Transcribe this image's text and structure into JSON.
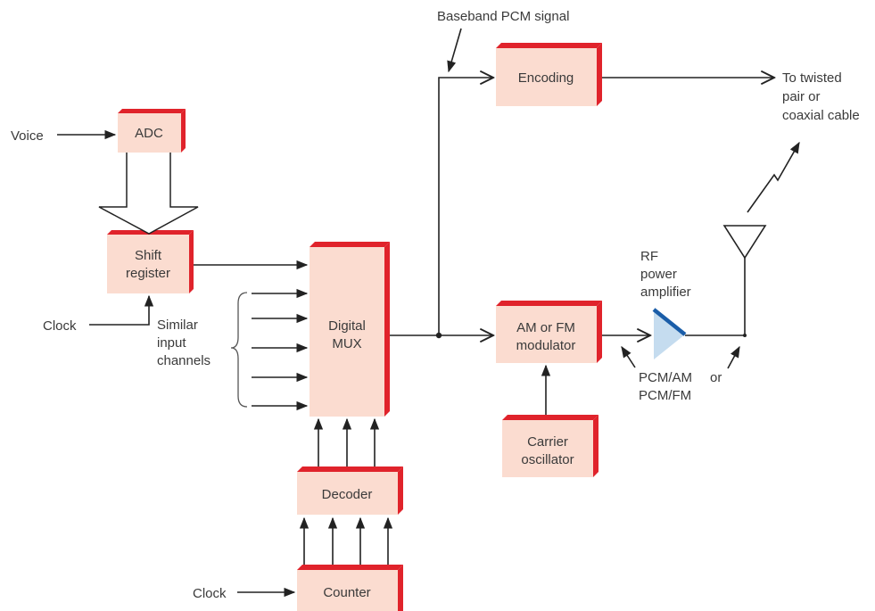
{
  "colors": {
    "block_face": "#fbdcd0",
    "block_edge": "#e0232b",
    "wire": "#222222",
    "amp_fill": "#c5dcef",
    "amp_edge": "#1a5da8",
    "text": "#3a3a3a"
  },
  "blocks": {
    "adc": "ADC",
    "shift_register": [
      "Shift",
      "register"
    ],
    "digital_mux": [
      "Digital",
      "MUX"
    ],
    "decoder": "Decoder",
    "counter": "Counter",
    "encoding": "Encoding",
    "modulator": [
      "AM or FM",
      "modulator"
    ],
    "carrier_oscillator": [
      "Carrier",
      "oscillator"
    ]
  },
  "labels": {
    "voice": "Voice",
    "clock_top": "Clock",
    "clock_bottom": "Clock",
    "similar_inputs": [
      "Similar",
      "input",
      "channels"
    ],
    "baseband": "Baseband PCM signal",
    "output_line": [
      "To twisted",
      "pair or",
      "coaxial cable"
    ],
    "rf_amp": [
      "RF",
      "power",
      "amplifier"
    ],
    "pcm_out": [
      "PCM/AM",
      "PCM/FM"
    ],
    "or": "or"
  }
}
